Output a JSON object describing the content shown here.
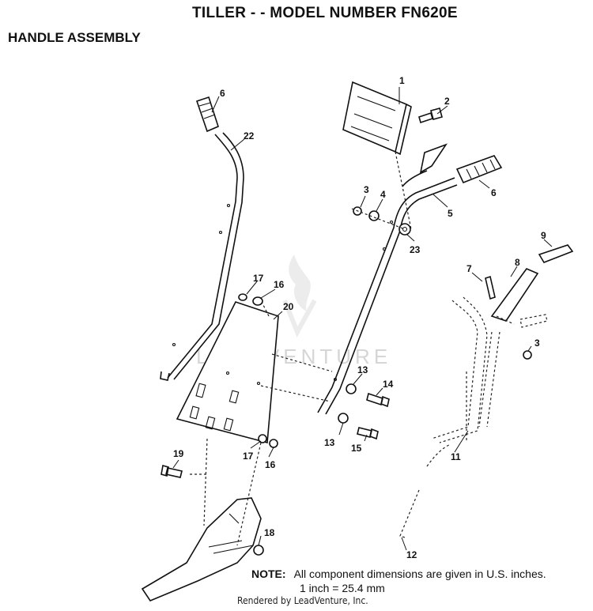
{
  "header": {
    "title": "TILLER - - MODEL NUMBER FN620E",
    "subtitle": "HANDLE ASSEMBLY"
  },
  "callouts": [
    "1",
    "2",
    "3",
    "4",
    "5",
    "6",
    "6",
    "22",
    "23",
    "17",
    "16",
    "20",
    "13",
    "14",
    "13",
    "15",
    "17",
    "16",
    "19",
    "18",
    "7",
    "8",
    "9",
    "3",
    "11",
    "12"
  ],
  "watermark": "LEADVENTURE",
  "note": {
    "label": "NOTE:",
    "line1": "All component dimensions are given in U.S. inches.",
    "line2": "1 inch = 25.4 mm"
  },
  "footer": "Rendered by LeadVenture, Inc."
}
